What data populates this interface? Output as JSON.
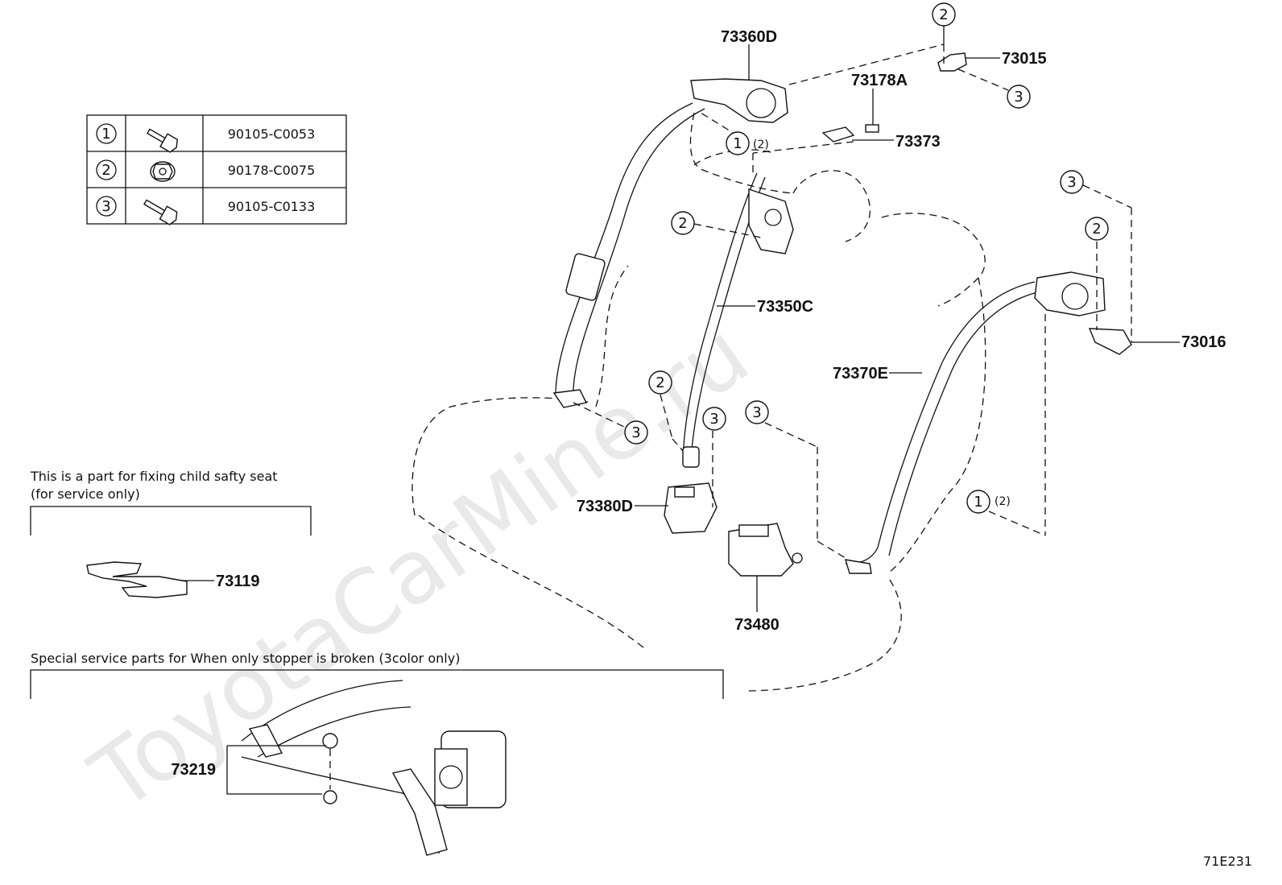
{
  "watermark": "ToyotaCarMine.ru",
  "figure_code": "71E231",
  "fastener_table": [
    {
      "callout": "1",
      "part_no": "90105-C0053",
      "icon": "flange-bolt-icon"
    },
    {
      "callout": "2",
      "part_no": "90178-C0075",
      "icon": "flange-nut-icon"
    },
    {
      "callout": "3",
      "part_no": "90105-C0133",
      "icon": "flange-bolt-icon"
    }
  ],
  "part_labels": {
    "p73360D": "73360D",
    "p73015": "73015",
    "p73178A": "73178A",
    "p73373": "73373",
    "p73350C": "73350C",
    "p73016": "73016",
    "p73370E": "73370E",
    "p73380D": "73380D",
    "p73480": "73480",
    "p73119": "73119",
    "p73219": "73219"
  },
  "callouts": {
    "c2_top": "2",
    "c3_top": "3",
    "c1_upper": "1",
    "q_upper": "(2)",
    "c2_mid": "2",
    "c2_left": "2",
    "c3_a": "3",
    "c3_b": "3",
    "c3_c": "3",
    "c3_right": "3",
    "c2_right": "2",
    "c1_right": "1",
    "q_right": "(2)"
  },
  "notes": {
    "child_seat_line1": "This is a part for fixing child safty seat",
    "child_seat_line2": "(for service only)",
    "stopper": "Special service parts for When only stopper is broken (3color only)"
  }
}
